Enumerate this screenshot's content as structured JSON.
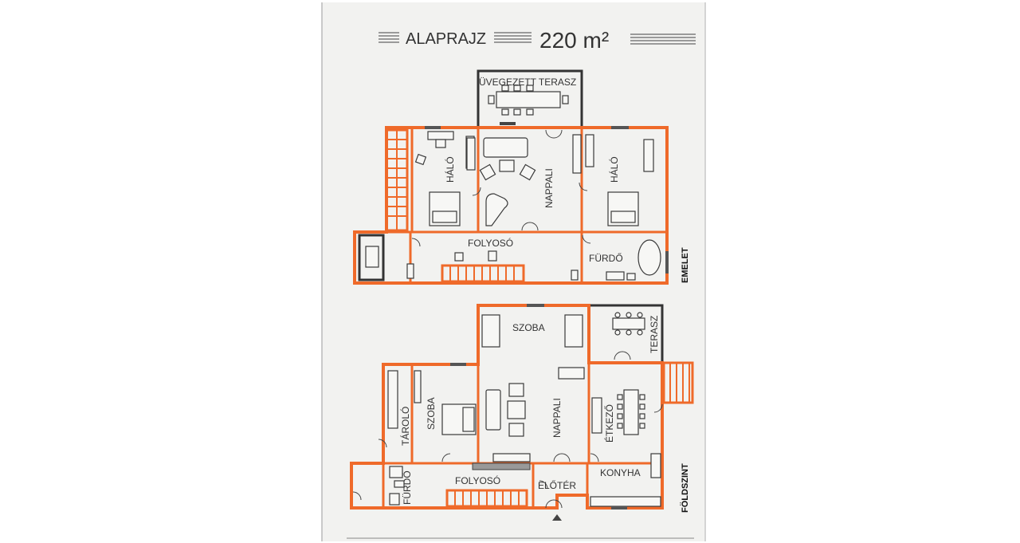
{
  "title": {
    "label": "ALAPRAJZ",
    "area": "220 m²"
  },
  "floors": {
    "upper": {
      "name": "EMELET",
      "rooms": {
        "glass_terrace": "ÜVEGEZETT TERASZ",
        "bedroom_left": "HÁLÓ",
        "living": "NAPPALI",
        "bedroom_right": "HÁLÓ",
        "hallway": "FOLYOSÓ",
        "bathroom": "FÜRDŐ"
      }
    },
    "ground": {
      "name": "FÖLDSZINT",
      "rooms": {
        "room_top": "SZOBA",
        "terrace": "TERASZ",
        "storage": "TÁROLÓ",
        "room_left": "SZOBA",
        "living": "NAPPALI",
        "dining": "ÉTKEZŐ",
        "bathroom": "FÜRDŐ",
        "hallway": "FOLYOSÓ",
        "entry": "ELŐTÉR",
        "kitchen": "KONYHA"
      }
    }
  },
  "colors": {
    "wall": "#ef6a2a",
    "paper": "#f2f2f0",
    "ink": "#333333"
  }
}
